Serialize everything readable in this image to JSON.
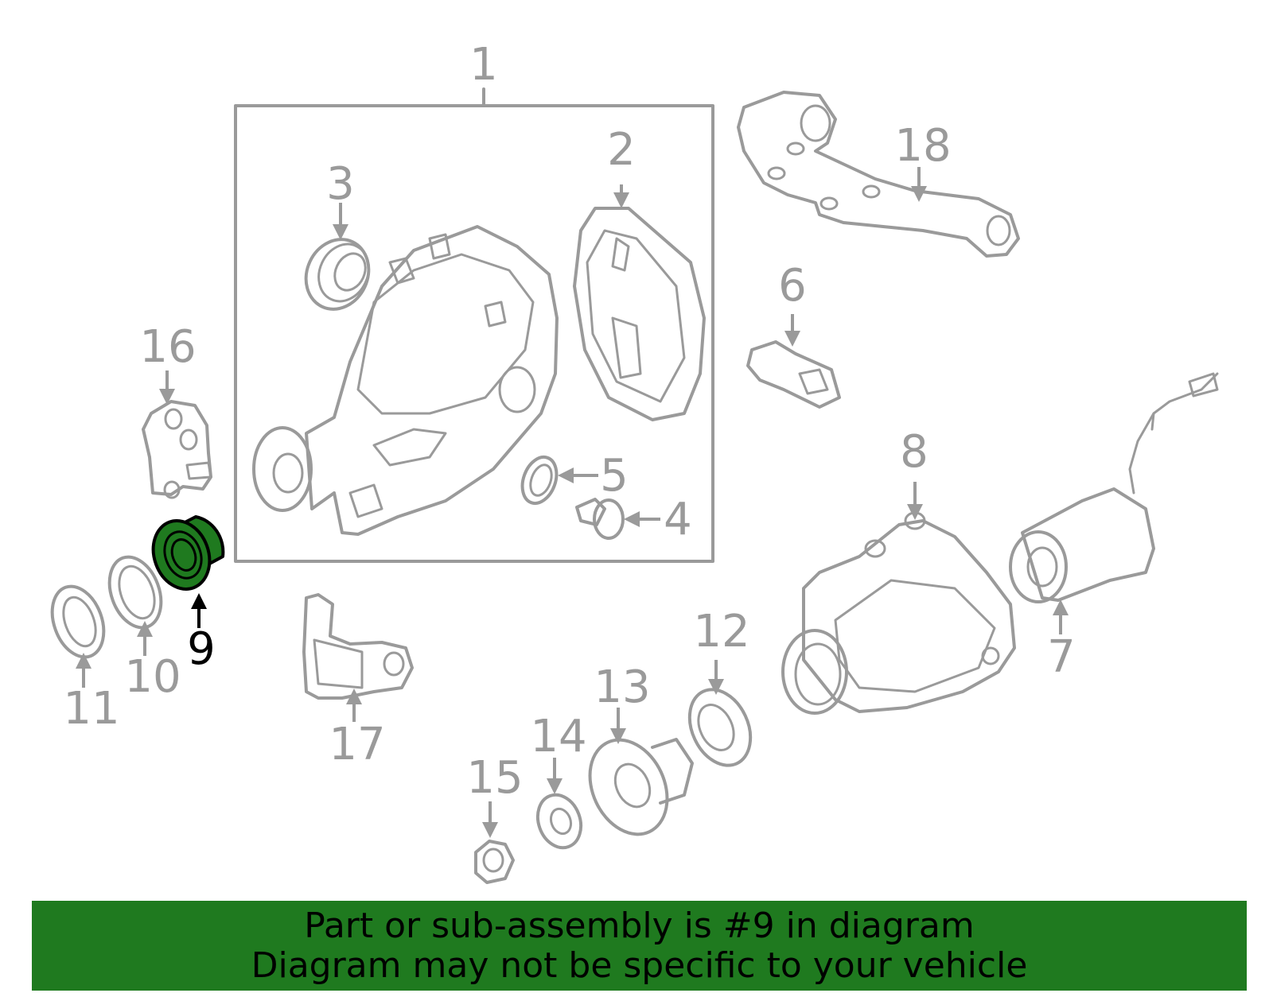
{
  "callouts": [
    "1",
    "2",
    "3",
    "4",
    "5",
    "6",
    "7",
    "8",
    "9",
    "10",
    "11",
    "12",
    "13",
    "14",
    "15",
    "16",
    "17",
    "18"
  ],
  "highlighted_part": "9",
  "colors": {
    "highlight_fill": "#1f7a1f",
    "line": "#9a9a9a",
    "banner_bg": "#1f7a1f"
  },
  "banner": {
    "line1": "Part or sub-assembly is #9 in diagram",
    "line2": "Diagram may not be specific to your vehicle"
  }
}
